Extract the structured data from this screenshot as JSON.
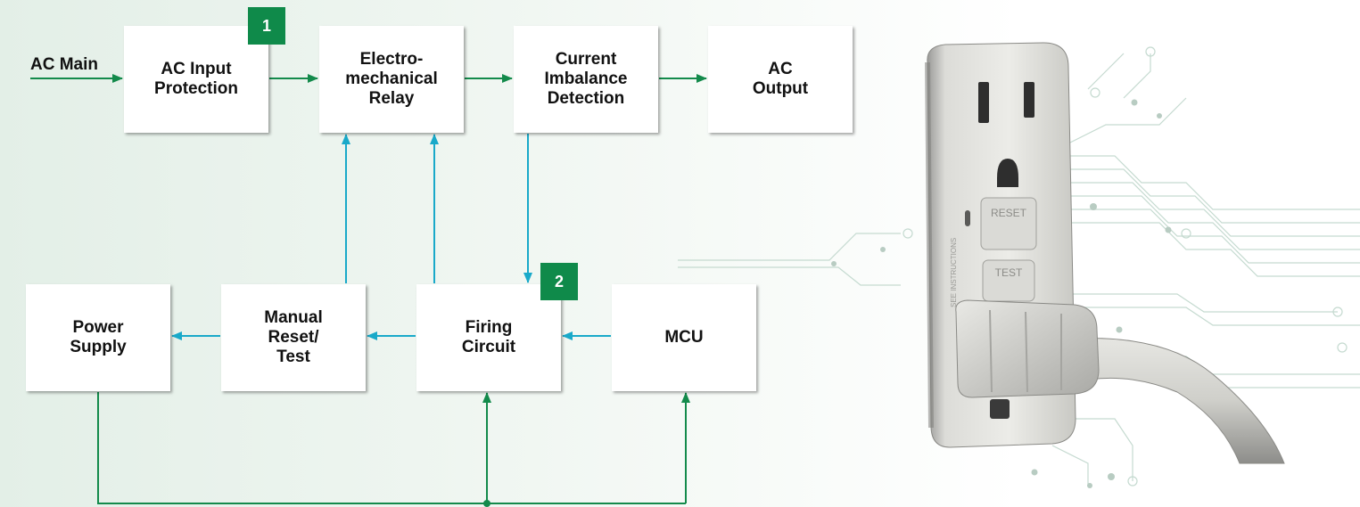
{
  "input_label": "AC Main",
  "blocks": {
    "ac_input_protection": "AC Input\nProtection",
    "relay": "Electro-\nmechanical\nRelay",
    "current_imbalance": "Current\nImbalance\nDetection",
    "ac_output": "AC\nOutput",
    "power_supply": "Power\nSupply",
    "manual_reset": "Manual\nReset/\nTest",
    "firing_circuit": "Firing\nCircuit",
    "mcu": "MCU"
  },
  "badges": {
    "one": "1",
    "two": "2"
  },
  "outlet": {
    "reset_label": "RESET",
    "test_label": "TEST",
    "side_text": "SEE INSTRUCTIONS"
  },
  "colors": {
    "green_arrow": "#138a4b",
    "cyan_arrow": "#19a9c9",
    "badge_bg": "#0f8a4a",
    "trace": "#c5dad0"
  }
}
